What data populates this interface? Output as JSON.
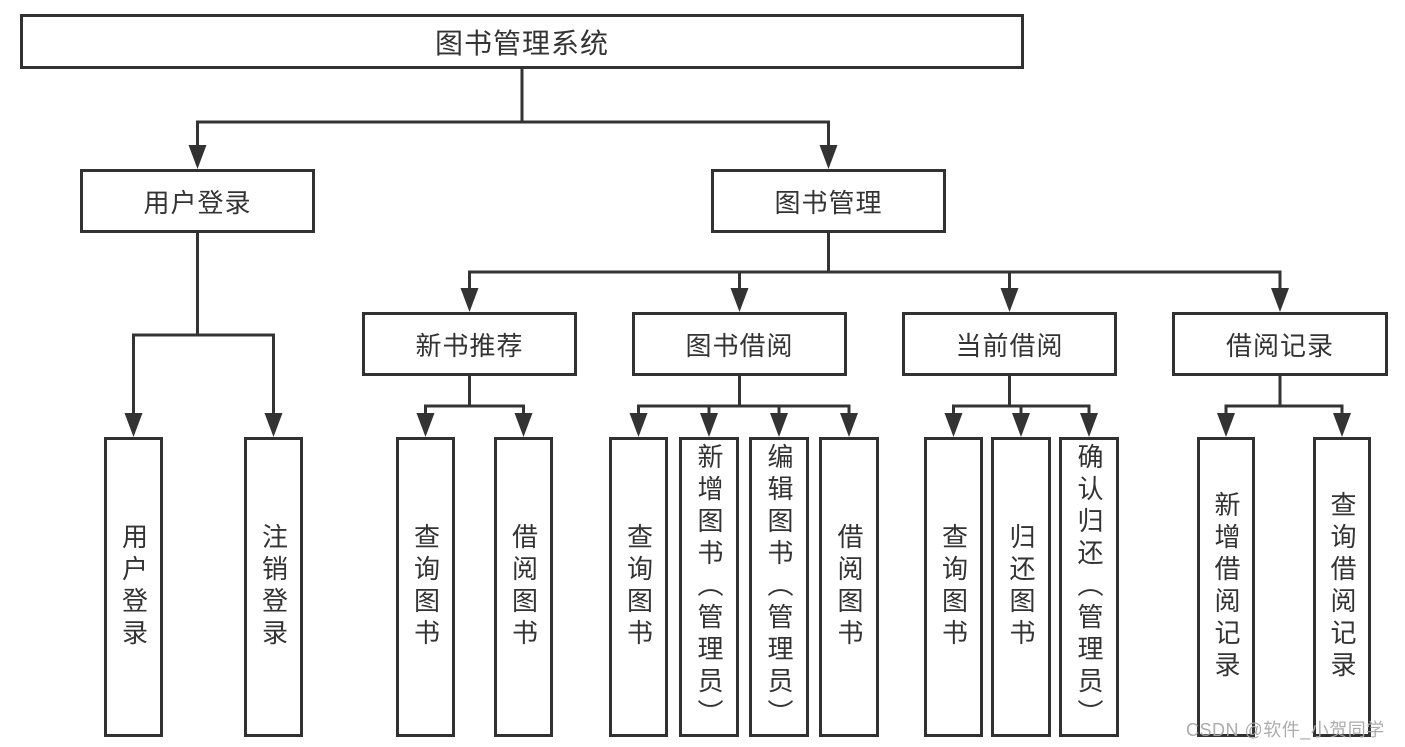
{
  "tree": {
    "label": "图书管理系统",
    "children": [
      {
        "label": "用户登录",
        "children": [
          {
            "label": "用户登录"
          },
          {
            "label": "注销登录"
          }
        ]
      },
      {
        "label": "图书管理",
        "children": [
          {
            "label": "新书推荐",
            "children": [
              {
                "label": "查询图书"
              },
              {
                "label": "借阅图书"
              }
            ]
          },
          {
            "label": "图书借阅",
            "children": [
              {
                "label": "查询图书"
              },
              {
                "label": "新增图书（管理员）"
              },
              {
                "label": "编辑图书（管理员）"
              },
              {
                "label": "借阅图书"
              }
            ]
          },
          {
            "label": "当前借阅",
            "children": [
              {
                "label": "查询图书"
              },
              {
                "label": "归还图书"
              },
              {
                "label": "确认归还（管理员）"
              }
            ]
          },
          {
            "label": "借阅记录",
            "children": [
              {
                "label": "新增借阅记录"
              },
              {
                "label": "查询借阅记录"
              }
            ]
          }
        ]
      }
    ]
  },
  "watermark": {
    "text": "CSDN @软件_小贺同学"
  },
  "colors": {
    "line": "#333333",
    "box_border": "#313131",
    "text": "#333333",
    "background": "#ffffff",
    "watermark": "#a8a8aa"
  }
}
